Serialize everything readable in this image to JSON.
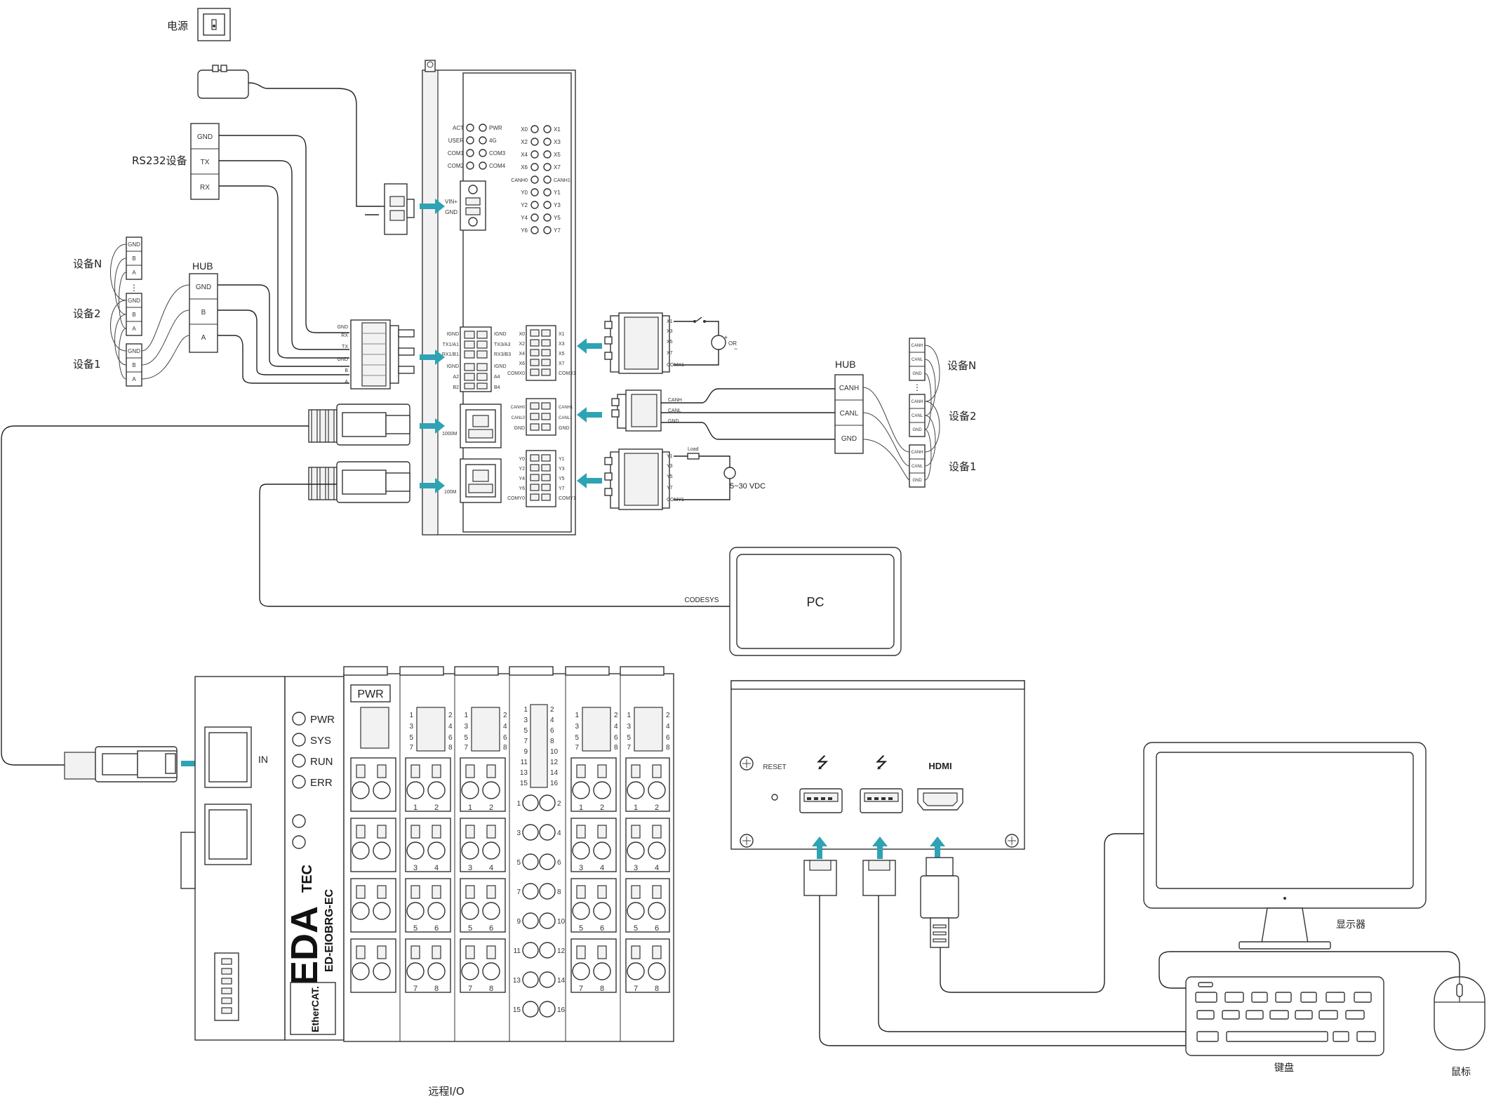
{
  "power": {
    "label": "电源"
  },
  "rs232": {
    "device_label": "RS232设备",
    "pins": [
      "GND",
      "TX",
      "RX"
    ]
  },
  "rs485_left": {
    "hub_label": "HUB",
    "hub_pins": [
      "GND",
      "B",
      "A"
    ],
    "devices": [
      "设备N",
      "设备2",
      "设备1"
    ],
    "device_pins": [
      "GND",
      "B",
      "A"
    ],
    "ellipsis": "⋮"
  },
  "gateway": {
    "leds_left": [
      [
        "ACT",
        "PWR"
      ],
      [
        "USER",
        "4G"
      ],
      [
        "COM1",
        "COM3"
      ],
      [
        "COM2",
        "COM4"
      ]
    ],
    "leds_right": [
      [
        "X0",
        "X1"
      ],
      [
        "X2",
        "X3"
      ],
      [
        "X4",
        "X5"
      ],
      [
        "X6",
        "X7"
      ],
      [
        "CANH0",
        "CANH1"
      ],
      [
        "Y0",
        "Y1"
      ],
      [
        "Y2",
        "Y3"
      ],
      [
        "Y4",
        "Y5"
      ],
      [
        "Y6",
        "Y7"
      ]
    ],
    "power_pins": [
      "VIN+",
      "GND"
    ],
    "serial_terminal_left": [
      "IGND",
      "TX1/A1",
      "RX1/B1",
      "IGND",
      "A2",
      "B2"
    ],
    "serial_terminal_right": [
      "IGND",
      "TX3/A3",
      "RX3/B3",
      "IGND",
      "A4",
      "B4"
    ],
    "serial_plug_pins": [
      "GND",
      "RX",
      "TX",
      "GND",
      "B",
      "A"
    ],
    "eth_speed_1": "1000M",
    "eth_speed_2": "100M",
    "x_in_left": [
      "X0",
      "X2",
      "X4",
      "X6",
      "COMX0"
    ],
    "x_in_right": [
      "X1",
      "X3",
      "X5",
      "X7",
      "COMX1"
    ],
    "can_left": [
      "CANH0",
      "CANL0",
      "GND"
    ],
    "can_right": [
      "CANH1",
      "CANL1",
      "GND"
    ],
    "y_out_left": [
      "Y0",
      "Y2",
      "Y4",
      "Y6",
      "COMY0"
    ],
    "y_out_right": [
      "Y1",
      "Y3",
      "Y5",
      "Y7",
      "COMY1"
    ]
  },
  "digital_in": {
    "plug_pins": [
      "X1",
      "X3",
      "X5",
      "X7",
      "COMX1"
    ],
    "source_label": "OR",
    "plus": "+",
    "minus": "−"
  },
  "can_bus": {
    "plug_pins": [
      "CANH",
      "CANL",
      "GND"
    ],
    "hub_label": "HUB",
    "hub_pins": [
      "CANH",
      "CANL",
      "GND"
    ],
    "devices": [
      "设备N",
      "设备2",
      "设备1"
    ],
    "device_pins": [
      "CANH",
      "CANL",
      "GND"
    ],
    "ellipsis": "⋮"
  },
  "digital_out": {
    "plug_pins": [
      "Y1",
      "Y3",
      "Y5",
      "Y7",
      "COMY1"
    ],
    "load_label": "Load",
    "supply_label": "5~30 VDC"
  },
  "pc": {
    "label": "PC",
    "link_label": "CODESYS"
  },
  "remote_io": {
    "caption": "远程I/O",
    "in_label": "IN",
    "status_leds": [
      "PWR",
      "SYS",
      "RUN",
      "ERR"
    ],
    "model": "ED-EIOBRG-EC",
    "brand": "EDA",
    "brand_suffix": "TEC",
    "ethercat": "EtherCAT.",
    "pwr_module_label": "PWR",
    "slot_top_pins": [
      [
        "1",
        "2"
      ],
      [
        "3",
        "4"
      ],
      [
        "5",
        "6"
      ],
      [
        "7",
        "8"
      ]
    ],
    "dense_pins": [
      "1",
      "2",
      "3",
      "4",
      "5",
      "6",
      "7",
      "8",
      "9",
      "10",
      "11",
      "12",
      "13",
      "14",
      "15",
      "16"
    ],
    "row_labels": [
      [
        "1",
        "2"
      ],
      [
        "3",
        "4"
      ],
      [
        "5",
        "6"
      ],
      [
        "7",
        "8"
      ]
    ],
    "wide_row_labels": [
      [
        "1",
        "2"
      ],
      [
        "3",
        "4"
      ],
      [
        "5",
        "6"
      ],
      [
        "7",
        "8"
      ],
      [
        "9",
        "10"
      ],
      [
        "11",
        "12"
      ],
      [
        "13",
        "14"
      ],
      [
        "15",
        "16"
      ]
    ]
  },
  "mini_pc": {
    "reset_label": "RESET",
    "usb_symbol": "⭍",
    "hdmi_label": "HDMI"
  },
  "monitor": {
    "label": "显示器"
  },
  "keyboard": {
    "label": "键盘"
  },
  "mouse": {
    "label": "鼠标"
  }
}
